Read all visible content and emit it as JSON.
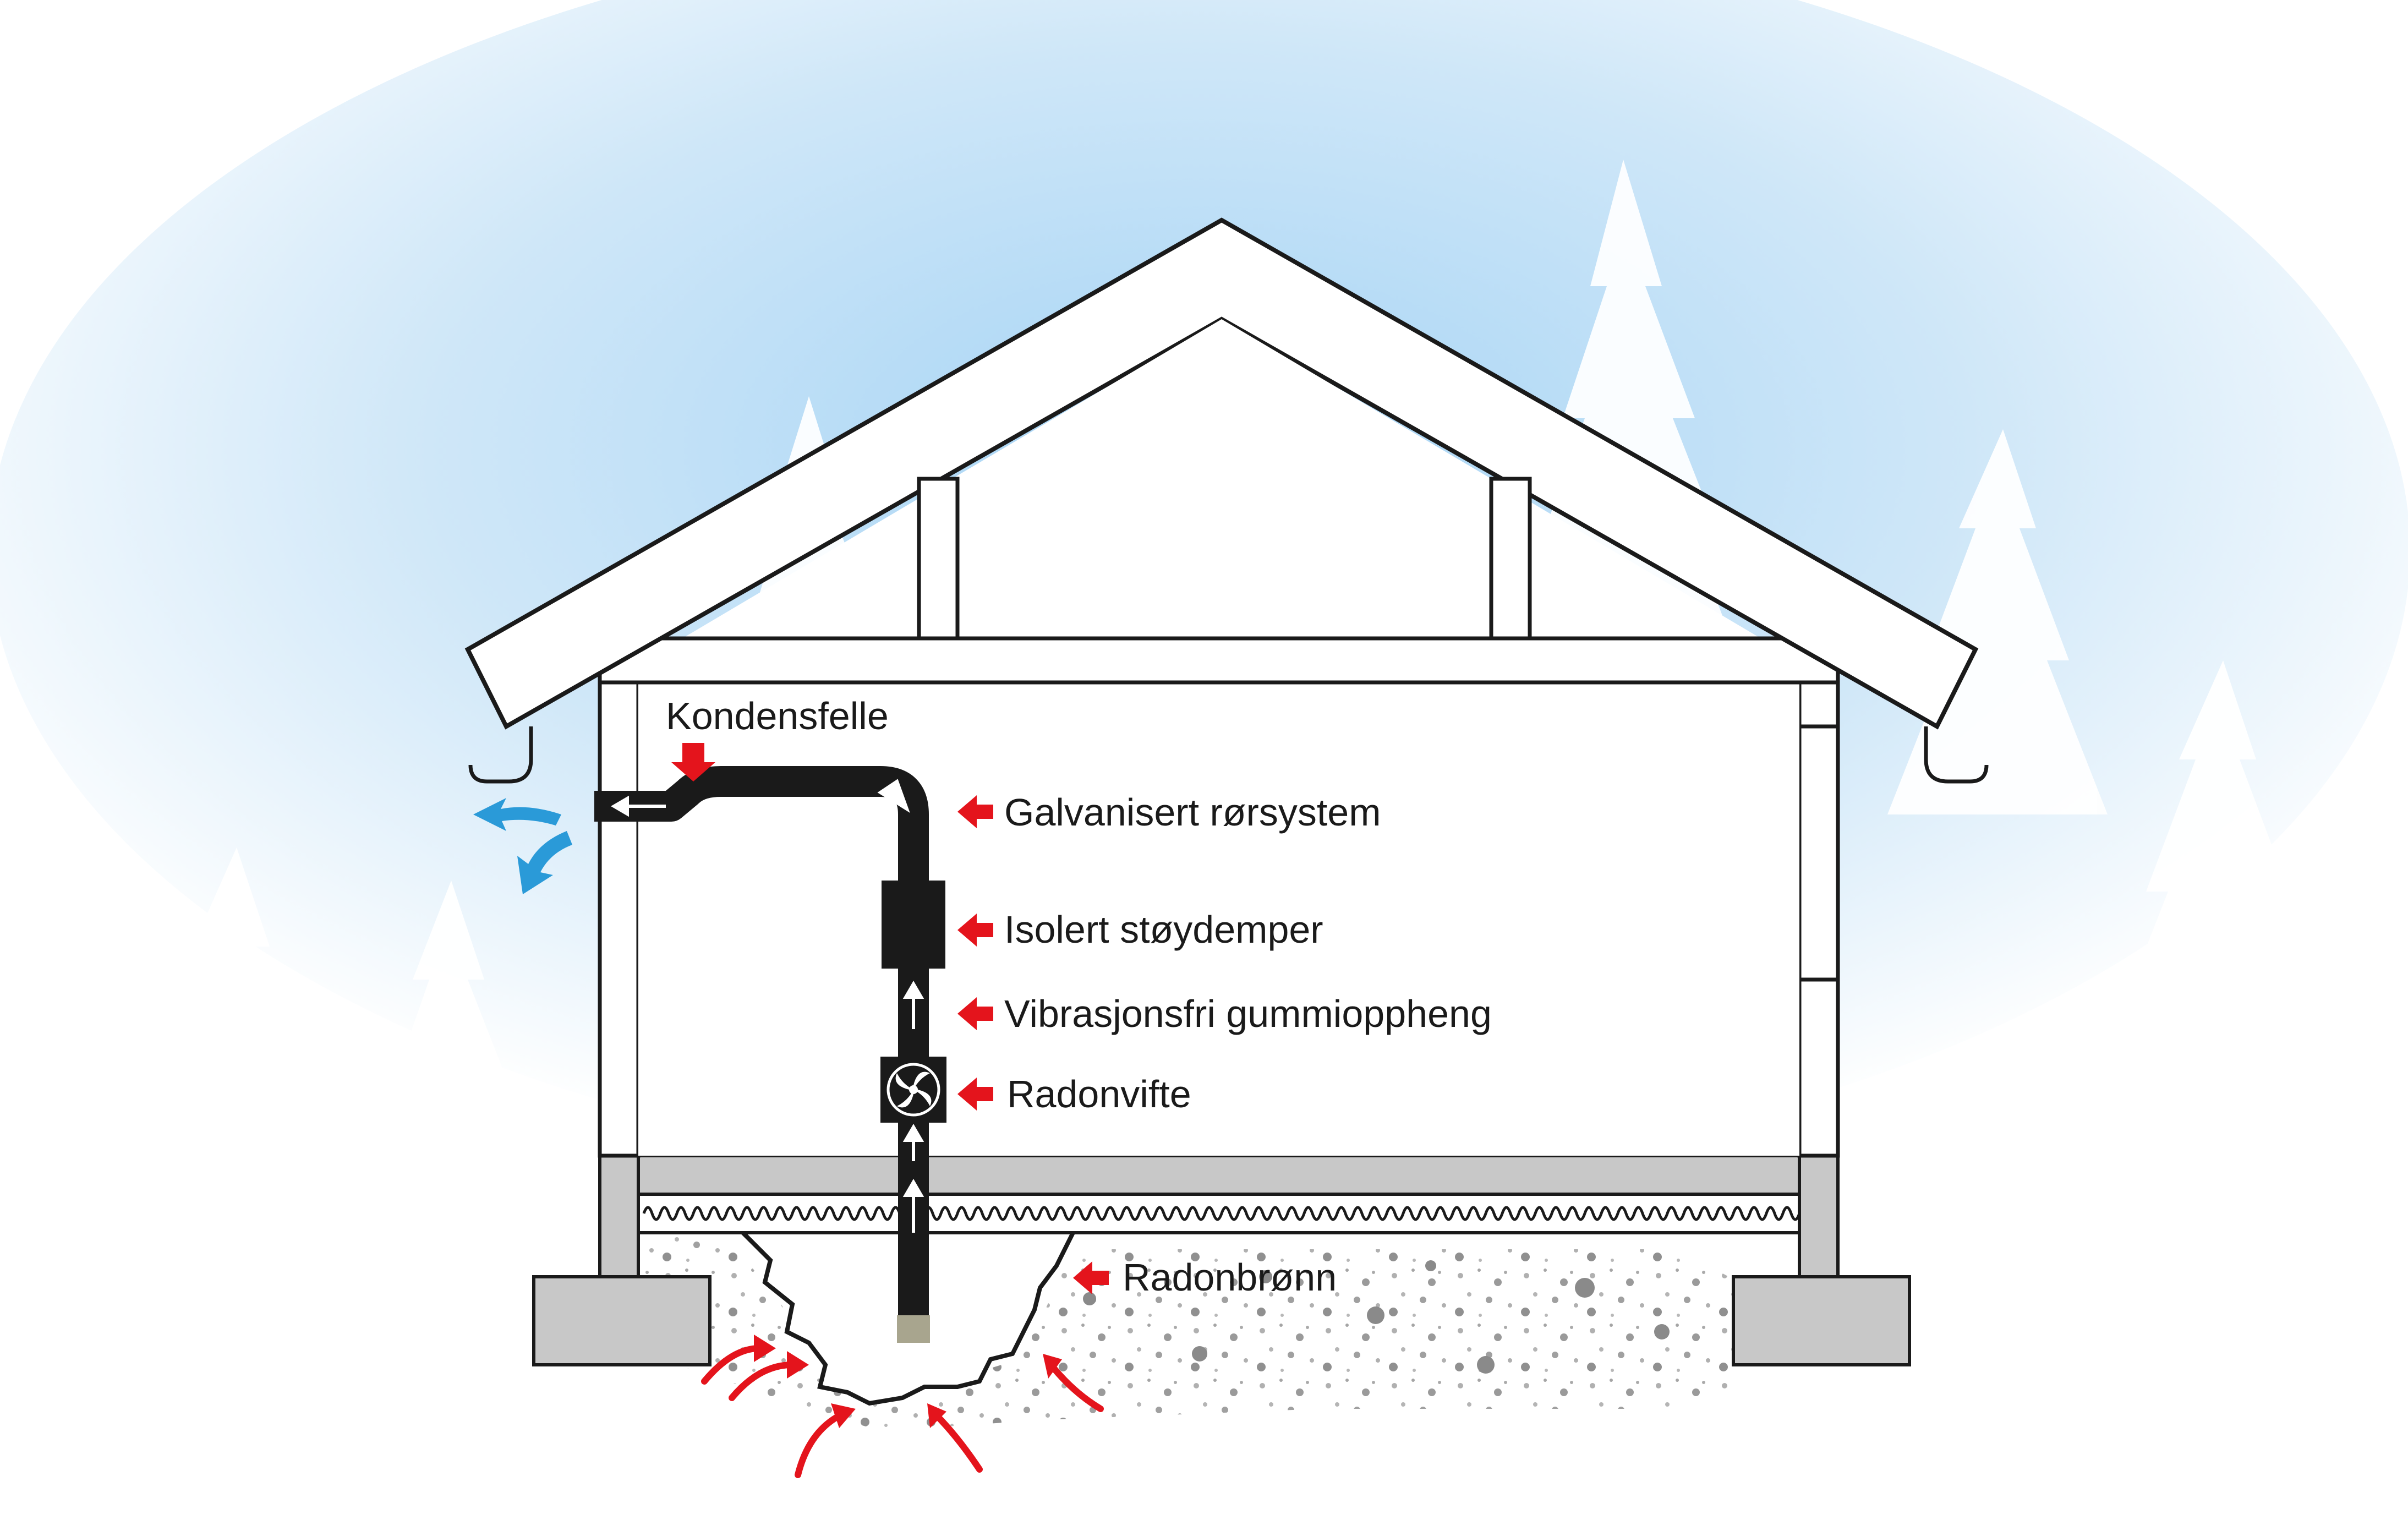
{
  "labels": {
    "kondensfelle": "Kondensfelle",
    "galvanisert": "Galvanisert rørsystem",
    "stoydemper": "Isolert støydemper",
    "gummioppheng": "Vibrasjonsfri gummioppheng",
    "radonvifte": "Radonvifte",
    "radonbronn": "Radonbrønn"
  },
  "colors": {
    "sky": "#b9dcf5",
    "outline": "#1a1a1a",
    "pipe": "#1a1a1a",
    "red_arrow": "#e4141c",
    "blue_arrow": "#2a9ad8",
    "concrete": "#c8c8c8",
    "gravel": "#9a9a9a"
  }
}
